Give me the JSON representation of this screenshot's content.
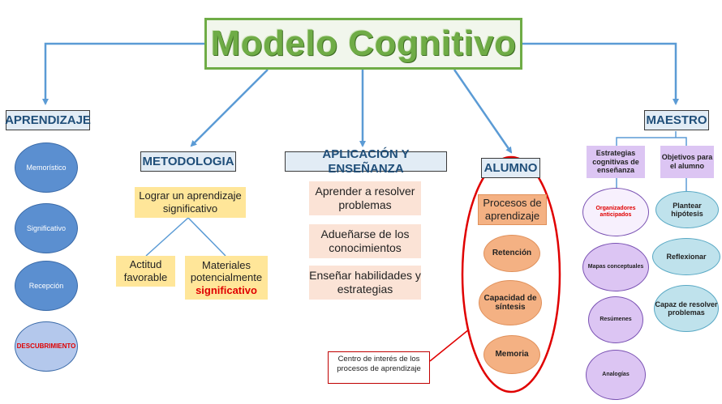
{
  "title": "Modelo Cognitivo",
  "aprendizaje": {
    "header": "APRENDIZAJE",
    "items": [
      "Memorístico",
      "Significativo",
      "Recepción",
      "DESCUBRIMIENTO"
    ]
  },
  "metodologia": {
    "header": "METODOLOGIA",
    "main": "Lograr un aprendizaje significativo",
    "left": "Actitud favorable",
    "right_prefix": "Materiales potencialmente",
    "right_highlight": "significativo"
  },
  "aplicacion": {
    "header": "APLICACIÓN Y ENSEÑANZA",
    "items": [
      "Aprender a resolver problemas",
      "Adueñarse de los conocimientos",
      "Enseñar habilidades y estrategias"
    ]
  },
  "alumno": {
    "header": "ALUMNO",
    "top": "Procesos de aprendizaje",
    "items": [
      "Retención",
      "Capacidad de síntesis",
      "Memoria"
    ],
    "note": "Centro de interés de los procesos de aprendizaje"
  },
  "maestro": {
    "header": "MAESTRO",
    "col1_header": "Estrategias cognitivas de enseñanza",
    "col1_items": [
      "Organizadores anticipados",
      "Mapas conceptuales",
      "Resúmenes",
      "Analogías"
    ],
    "col2_header": "Objetivos para el alumno",
    "col2_items": [
      "Plantear hipótesis",
      "Reflexionar",
      "Capaz de resolver problemas"
    ]
  },
  "colors": {
    "title_green": "#6fac46",
    "connector_blue": "#5b9bd5",
    "highlight_red": "#e00000",
    "focus_ring_red": "#e00000"
  }
}
